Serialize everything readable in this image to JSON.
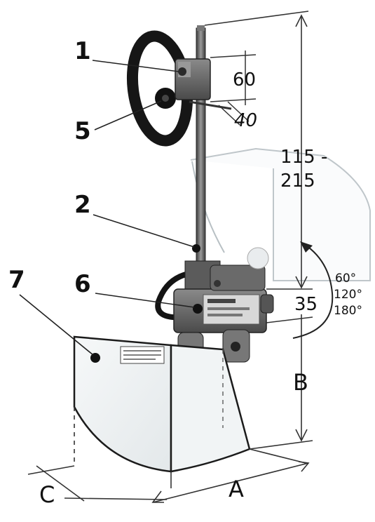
{
  "callouts": {
    "c1": "1",
    "c2": "2",
    "c5": "5",
    "c6": "6",
    "c7": "7"
  },
  "dimensions": {
    "clamp_height": "60",
    "clamp_offset": "40",
    "height_range_top": "115 -",
    "height_range_bottom": "215",
    "pivot_offset": "35",
    "dim_a": "A",
    "dim_b": "B",
    "dim_c": "C"
  },
  "rotation_angles": [
    "60°",
    "120°",
    "180°"
  ],
  "colors": {
    "line": "#222222",
    "metal": "#6e6e6e",
    "dark": "#1a1a1a",
    "shield": "#eef2f4"
  }
}
